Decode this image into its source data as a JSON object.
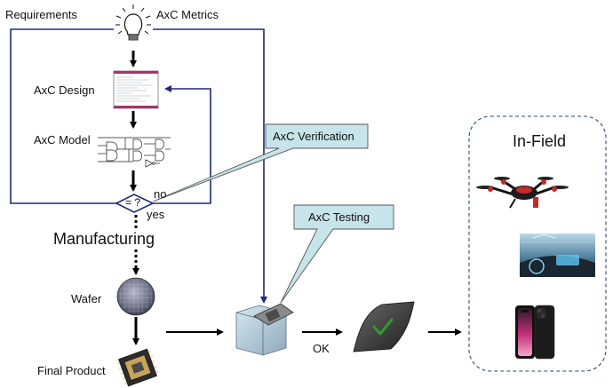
{
  "labels": {
    "requirements": "Requirements",
    "axc_metrics": "AxC Metrics",
    "axc_design": "AxC Design",
    "axc_model": "AxC Model",
    "decision": "= ?",
    "no": "no",
    "yes": "yes",
    "manufacturing": "Manufacturing",
    "wafer": "Wafer",
    "final_product": "Final Product",
    "ok": "OK",
    "in_field": "In-Field"
  },
  "callouts": {
    "verification": "AxC Verification",
    "testing": "AxC Testing"
  },
  "colors": {
    "loop_line": "#1f2a78",
    "callout_fill": "#c7e4ea",
    "callout_stroke": "#555555",
    "arrow": "#000000",
    "infield_border": "#2d4a7a",
    "checkmark": "#2e9c2e"
  },
  "icons": [
    "lightbulb-icon",
    "design-screenshot-icon",
    "logic-circuit-icon",
    "wafer-icon",
    "chip-icon",
    "tester-machine-icon",
    "tested-chip-icon",
    "drone-icon",
    "car-dashboard-icon",
    "smartphone-icon"
  ]
}
